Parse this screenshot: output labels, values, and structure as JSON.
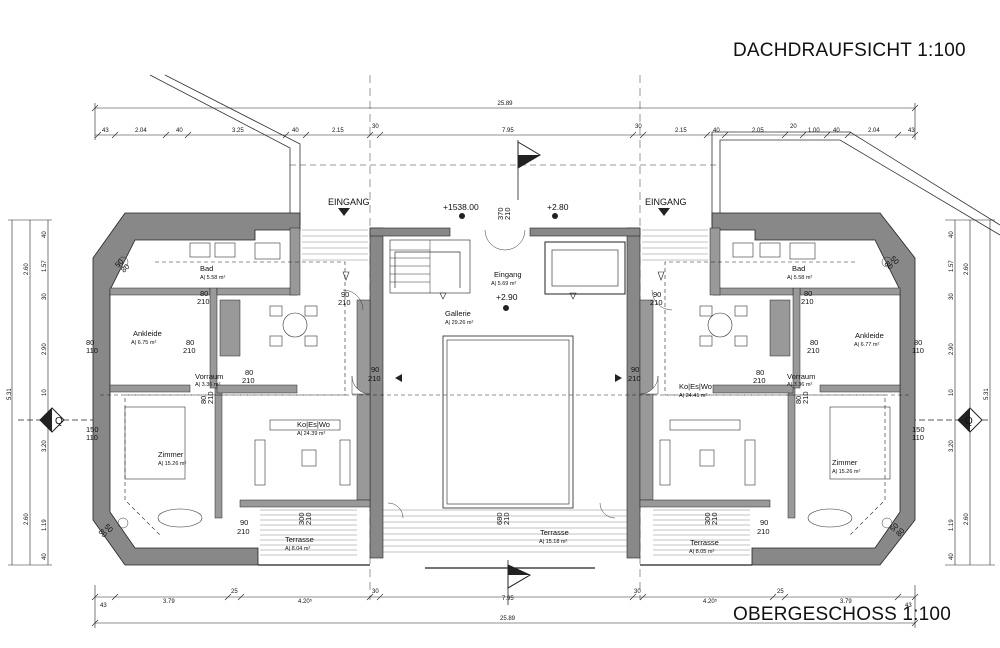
{
  "titles": {
    "roof": "DACHDRAUFSICHT 1:100",
    "floor": "OBERGESCHOSS 1:100"
  },
  "dimensions": {
    "top_total": "25.89",
    "top_chain": [
      "43",
      "2.04",
      "40",
      "3.25",
      "40",
      "2.15",
      "30",
      "7.95",
      "30",
      "2.15",
      "40",
      "2.05",
      "20",
      "1.00",
      "40",
      "2.04",
      "43"
    ],
    "bottom_chain": [
      "43",
      "3.79",
      "25",
      "4.20⁵",
      "30",
      "7.95",
      "30",
      "4.20⁵",
      "25",
      "3.79",
      "43"
    ],
    "bottom_total": "25.89",
    "left_chain": [
      "40",
      "1.57",
      "30",
      "2.90",
      "10",
      "3.20",
      "1.19",
      "40"
    ],
    "left_total": "5.31",
    "left_outer": [
      "2.60",
      "2.60"
    ],
    "right_chain": [
      "40",
      "1.57",
      "30",
      "2.90",
      "10",
      "3.20",
      "1.19",
      "40"
    ],
    "right_total": "5.31",
    "right_outer": [
      "2.60",
      "2.60"
    ]
  },
  "rooms": {
    "bad_l": {
      "name": "Bad",
      "area": "A| 5.58 m²"
    },
    "bad_r": {
      "name": "Bad",
      "area": "A| 5.58 m²"
    },
    "ankleide_l": {
      "name": "Ankleide",
      "area": "A| 6.75 m²"
    },
    "ankleide_r": {
      "name": "Ankleide",
      "area": "A| 6.77 m²"
    },
    "vorraum_l": {
      "name": "Vorraum",
      "area": "A| 3.36 m²"
    },
    "vorraum_r": {
      "name": "Vorraum",
      "area": "A| 3.36 m²"
    },
    "kesw_l": {
      "name": "Ko|Es|Wo",
      "area": "A| 24.39 m²"
    },
    "kesw_r": {
      "name": "Ko|Es|Wo",
      "area": "A| 24.41 m²"
    },
    "zimmer_l": {
      "name": "Zimmer",
      "area": "A| 15.26 m²"
    },
    "zimmer_r": {
      "name": "Zimmer",
      "area": "A| 15.26 m²"
    },
    "eingang": {
      "name": "Eingang",
      "area": "A| 5.69 m²"
    },
    "gallerie": {
      "name": "Gallerie",
      "area": "A| 29.26 m²"
    },
    "terrasse_l": {
      "name": "Terrasse",
      "area": "A| 8.04 m²"
    },
    "terrasse_c": {
      "name": "Terrasse",
      "area": "A| 15.18 m²"
    },
    "terrasse_r": {
      "name": "Terrasse",
      "area": "A| 8.05 m²"
    }
  },
  "doors": {
    "d80_210": {
      "w": "80",
      "h": "210"
    },
    "d90_210": {
      "w": "90",
      "h": "210"
    },
    "d150_110": {
      "w": "150",
      "h": "110"
    },
    "d80_110": {
      "w": "80",
      "h": "110"
    },
    "d50_80": {
      "w": "50",
      "h": "80"
    },
    "d300_210": {
      "w": "300",
      "h": "210"
    },
    "d680_210": {
      "w": "680",
      "h": "210"
    },
    "d370_210": {
      "w": "370",
      "h": "210"
    }
  },
  "labels": {
    "eingang_l": "EINGANG",
    "eingang_r": "EINGANG",
    "elev_top": "+1538.00",
    "elev_right": "+2.80",
    "elev_center": "+2.90",
    "section_mark": "Q"
  }
}
